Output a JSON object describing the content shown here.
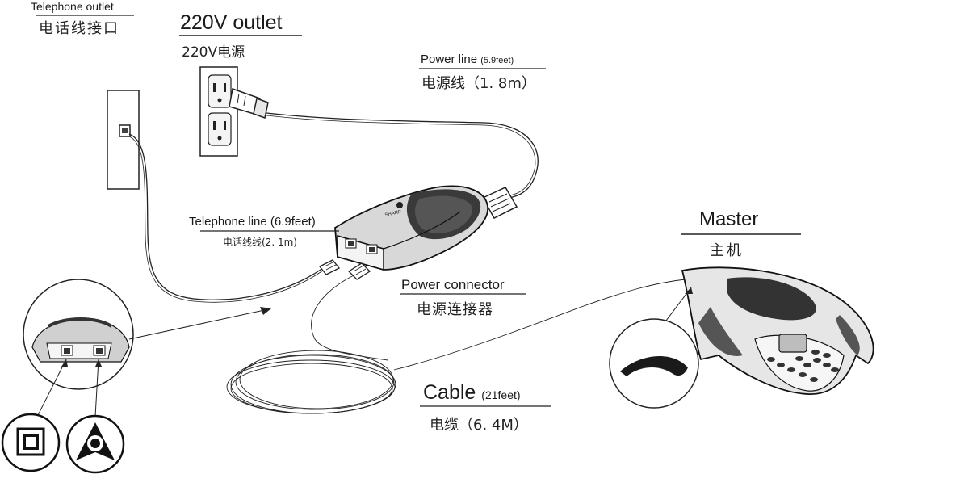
{
  "labels": {
    "telephone_outlet": {
      "en": "Telephone outlet",
      "cn": "电话线接口"
    },
    "outlet_220v": {
      "en": "220V outlet",
      "cn": "220V电源"
    },
    "power_line": {
      "en": "Power line",
      "en_note": "(5.9feet)",
      "cn": "电源线（1. 8m）"
    },
    "telephone_line": {
      "en": "Telephone line (6.9feet)",
      "cn": "电话线线(2. 1m)"
    },
    "power_connector": {
      "en": "Power connector",
      "cn": "电源连接器"
    },
    "master": {
      "en": "Master",
      "cn": "主机"
    },
    "cable": {
      "en": "Cable",
      "en_note": "(21feet)",
      "cn": "电缆（6. 4M）"
    }
  },
  "icons": [
    "telephone-jack-icon",
    "conference-phone-icon"
  ],
  "colors": {
    "line": "#1a1a1a",
    "device_dark": "#2b2b2b",
    "device_light": "#dcdcdc"
  }
}
